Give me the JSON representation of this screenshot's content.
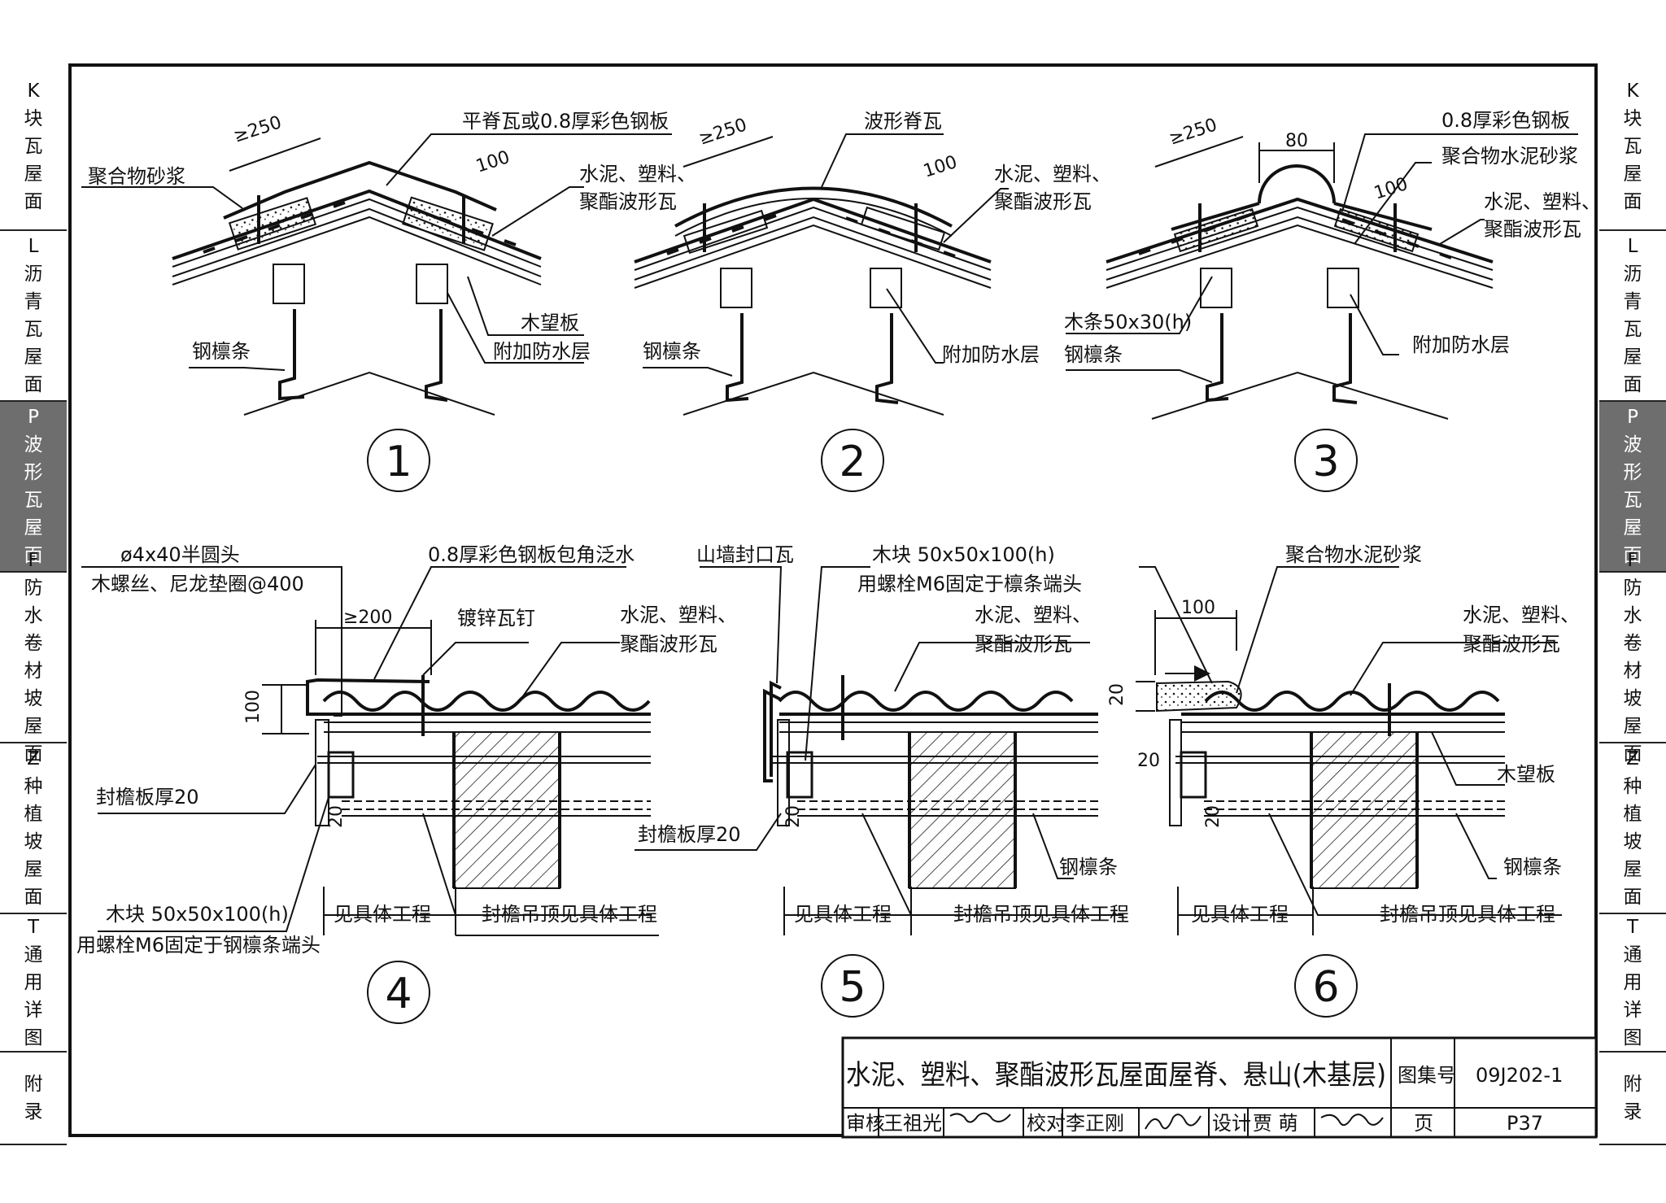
{
  "side_tabs": [
    {
      "code": "K",
      "chars": [
        "块",
        "瓦",
        "屋",
        "面"
      ],
      "active": false
    },
    {
      "code": "L",
      "chars": [
        "沥",
        "青",
        "瓦",
        "屋",
        "面"
      ],
      "active": false
    },
    {
      "code": "P",
      "chars": [
        "波",
        "形",
        "瓦",
        "屋",
        "面"
      ],
      "active": true
    },
    {
      "code": "F",
      "chars": [
        "防",
        "水",
        "卷",
        "材",
        "坡",
        "屋",
        "面"
      ],
      "active": false
    },
    {
      "code": "Z",
      "chars": [
        "种",
        "植",
        "坡",
        "屋",
        "面"
      ],
      "active": false
    },
    {
      "code": "T",
      "chars": [
        "通",
        "用",
        "详",
        "图"
      ],
      "active": false
    },
    {
      "code": "",
      "chars": [
        "附",
        "录"
      ],
      "active": false
    }
  ],
  "details": {
    "d1": {
      "number": "1",
      "dim_lap": "≥250",
      "dim_100": "100",
      "label_ridge": "平脊瓦或0.8厚彩色钢板",
      "label_mortar": "聚合物砂浆",
      "label_tile_1": "水泥、塑料、",
      "label_tile_2": "聚酯波形瓦",
      "label_board": "木望板",
      "label_waterproof": "附加防水层",
      "label_purlin": "钢檩条"
    },
    "d2": {
      "number": "2",
      "dim_lap": "≥250",
      "dim_100": "100",
      "label_ridge": "波形脊瓦",
      "label_tile_1": "水泥、塑料、",
      "label_tile_2": "聚酯波形瓦",
      "label_waterproof": "附加防水层",
      "label_purlin": "钢檩条"
    },
    "d3": {
      "number": "3",
      "dim_lap": "≥250",
      "dim_80": "80",
      "dim_100": "100",
      "label_steel": "0.8厚彩色钢板",
      "label_mortar": "聚合物水泥砂浆",
      "label_tile_1": "水泥、塑料、",
      "label_tile_2": "聚酯波形瓦",
      "label_batten": "木条50x30(h)",
      "label_purlin": "钢檩条",
      "label_waterproof": "附加防水层"
    },
    "d4": {
      "number": "4",
      "label_screw_1": "ø4x40半圆头",
      "label_screw_2": "木螺丝、尼龙垫圈@400",
      "label_flashing": "0.8厚彩色钢板包角泛水",
      "dim_200": "≥200",
      "label_nail": "镀锌瓦钉",
      "label_tile_1": "水泥、塑料、",
      "label_tile_2": "聚酯波形瓦",
      "dim_100": "100",
      "label_fascia": "封檐板厚20",
      "dim_20": "20",
      "label_block_1": "木块 50x50x100(h)",
      "label_block_2": "用螺栓M6固定于钢檩条端头",
      "label_see": "见具体工程",
      "label_soffit": "封檐吊顶见具体工程"
    },
    "d5": {
      "number": "5",
      "label_gable": "山墙封口瓦",
      "label_block_1": "木块 50x50x100(h)",
      "label_block_2": "用螺栓M6固定于檩条端头",
      "label_tile_1": "水泥、塑料、",
      "label_tile_2": "聚酯波形瓦",
      "label_fascia": "封檐板厚20",
      "dim_20": "20",
      "label_purlin": "钢檩条",
      "label_see": "见具体工程",
      "label_soffit": "封檐吊顶见具体工程"
    },
    "d6": {
      "number": "6",
      "label_mortar": "聚合物水泥砂浆",
      "dim_100": "100",
      "dim_20a": "20",
      "dim_20b": "20",
      "dim_20c": "20",
      "label_tile_1": "水泥、塑料、",
      "label_tile_2": "聚酯波形瓦",
      "label_board": "木望板",
      "label_purlin": "钢檩条",
      "label_see": "见具体工程",
      "label_soffit": "封檐吊顶见具体工程"
    }
  },
  "title_block": {
    "title": "水泥、塑料、聚酯波形瓦屋面屋脊、悬山(木基层)",
    "atlas_label": "图集号",
    "atlas_no": "09J202-1",
    "review_label": "审核",
    "reviewer": "王祖光",
    "check_label": "校对",
    "checker": "李正刚",
    "design_label": "设计",
    "designer": "贾 萌",
    "page_label": "页",
    "page_no": "P37"
  }
}
